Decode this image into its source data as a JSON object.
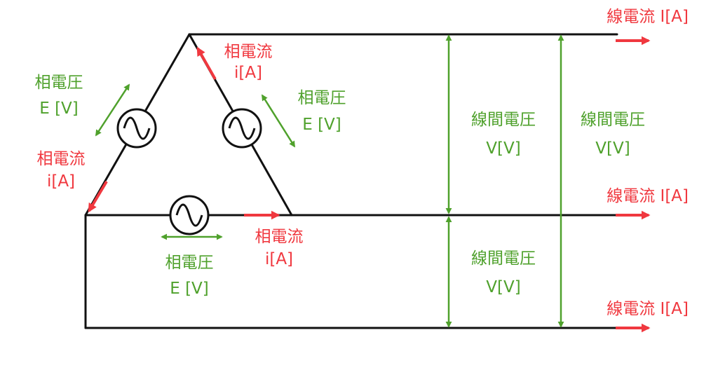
{
  "colors": {
    "wire": "#111111",
    "current": "#f0383f",
    "voltage": "#4fa12c"
  },
  "icons": {
    "source": "ac-source-icon",
    "arrow": "arrow-icon"
  },
  "phase_current": {
    "line1": "相電流",
    "line2": "i[A]"
  },
  "phase_voltage": {
    "line1": "相電圧",
    "line2": "E [V]"
  },
  "line_current": "線電流 I[A]",
  "line_voltage": {
    "line1": "線間電圧",
    "line2": "V[V]"
  }
}
